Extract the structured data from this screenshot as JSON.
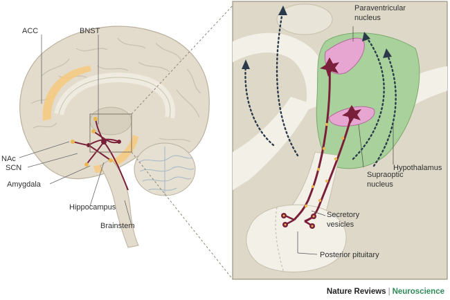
{
  "labels": {
    "acc": "ACC",
    "bnst": "BNST",
    "nac": "NAc",
    "scn": "SCN",
    "amygdala": "Amygdala",
    "hippocampus": "Hippocampus",
    "brainstem": "Brainstem",
    "paraventricular": [
      "Paraventricular",
      "nucleus"
    ],
    "hypothalamus": "Hypothalamus",
    "supraoptic": [
      "Supraoptic",
      "nucleus"
    ],
    "secretory": [
      "Secretory",
      "vesicles"
    ],
    "posterior_pituitary": "Posterior pituitary"
  },
  "footer": {
    "journal": "Nature Reviews",
    "separator": "|",
    "section": "Neuroscience"
  },
  "colors": {
    "brain": "#e3dccc",
    "brain_dark": "#c9c1af",
    "highlight": "#f7c97c",
    "hypothalamus": "#a8d19b",
    "nucleus": "#e7a6d1",
    "neuron": "#7a1f3a",
    "arrow": "#2b3a4a",
    "panel": "#ded8c8"
  }
}
